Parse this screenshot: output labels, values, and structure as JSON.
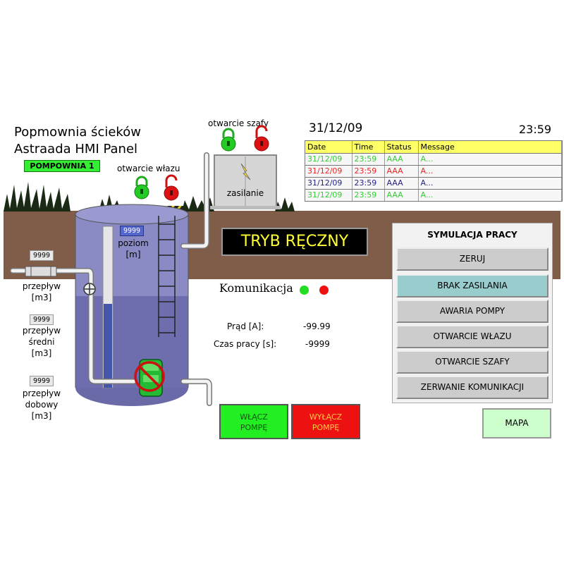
{
  "header": {
    "title_line1": "Popmownia ścieków",
    "title_line2": "Astraada HMI Panel",
    "station_badge": "POMPOWNIA 1"
  },
  "labels": {
    "hatch_open": "otwarcie włazu",
    "cabinet_open": "otwarcie szafy",
    "power_supply": "zasilanie",
    "level_label_1": "poziom",
    "level_label_2": "[m]"
  },
  "flow": {
    "flow_value": "9999",
    "flow_label_1": "przepływ",
    "flow_label_2": "[m3]",
    "avg_value": "9999",
    "avg_label_1": "przepływ",
    "avg_label_2": "średni",
    "avg_label_3": "[m3]",
    "daily_value": "9999",
    "daily_label_1": "przepływ",
    "daily_label_2": "dobowy",
    "daily_label_3": "[m3]"
  },
  "level": {
    "value": "9999",
    "fill_fraction": 0.52
  },
  "datetime": {
    "date": "31/12/09",
    "time": "23:59"
  },
  "alarm_table": {
    "columns": [
      "Date",
      "Time",
      "Status",
      "Message"
    ],
    "rows": [
      {
        "date": "31/12/09",
        "time": "23:59",
        "status": "AAA",
        "message": "A...",
        "color": "#33cc33"
      },
      {
        "date": "31/12/09",
        "time": "23:59",
        "status": "AAA",
        "message": "A...",
        "color": "#ee2222"
      },
      {
        "date": "31/12/09",
        "time": "23:59",
        "status": "AAA",
        "message": "A...",
        "color": "#222288"
      },
      {
        "date": "31/12/09",
        "time": "23:59",
        "status": "AAA",
        "message": "A...",
        "color": "#33cc33"
      }
    ]
  },
  "mode": {
    "text": "TRYB RĘCZNY"
  },
  "communication": {
    "label": "Komunikacja",
    "ok_color": "#22dd22",
    "err_color": "#ee1111"
  },
  "measurements": {
    "current_label": "Prąd [A]:",
    "current_value": "-99.99",
    "runtime_label": "Czas pracy [s]:",
    "runtime_value": "-9999"
  },
  "pump_buttons": {
    "on_label_1": "WŁĄCZ",
    "on_label_2": "POMPĘ",
    "off_label_1": "WYŁĄCZ",
    "off_label_2": "POMPĘ"
  },
  "simulation": {
    "title": "SYMULACJA PRACY",
    "buttons": [
      "ZERUJ",
      "BRAK ZASILANIA",
      "AWARIA POMPY",
      "OTWARCIE WŁAZU",
      "OTWARCIE SZAFY",
      "ZERWANIE KOMUNIKACJI"
    ]
  },
  "map_button": "MAPA",
  "icons": {
    "lock_closed": "padlock-closed-icon",
    "lock_open": "padlock-open-icon",
    "valve": "valve-icon",
    "pump": "pump-icon",
    "no_entry": "prohibited-icon",
    "power": "lightning-icon"
  },
  "colors": {
    "ground": "#805d48",
    "tank": "#8a8ac4",
    "lock_green": "#22cc22",
    "lock_red": "#dd1111"
  }
}
